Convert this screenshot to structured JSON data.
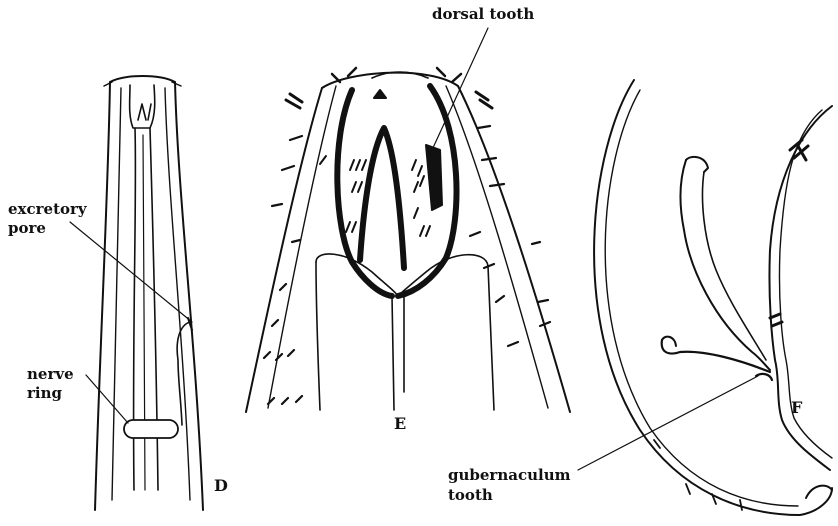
{
  "labels": {
    "dorsal_tooth": "dorsal tooth",
    "excretory_pore": [
      "excretory",
      "pore"
    ],
    "nerve_ring": [
      "nerve",
      "ring"
    ],
    "gubernaculum_tooth": [
      "gubernaculum",
      "tooth"
    ]
  },
  "panels": {
    "d": "D",
    "e": "E",
    "f": "F"
  },
  "colors": {
    "ink": "#111111",
    "background": "#ffffff"
  }
}
